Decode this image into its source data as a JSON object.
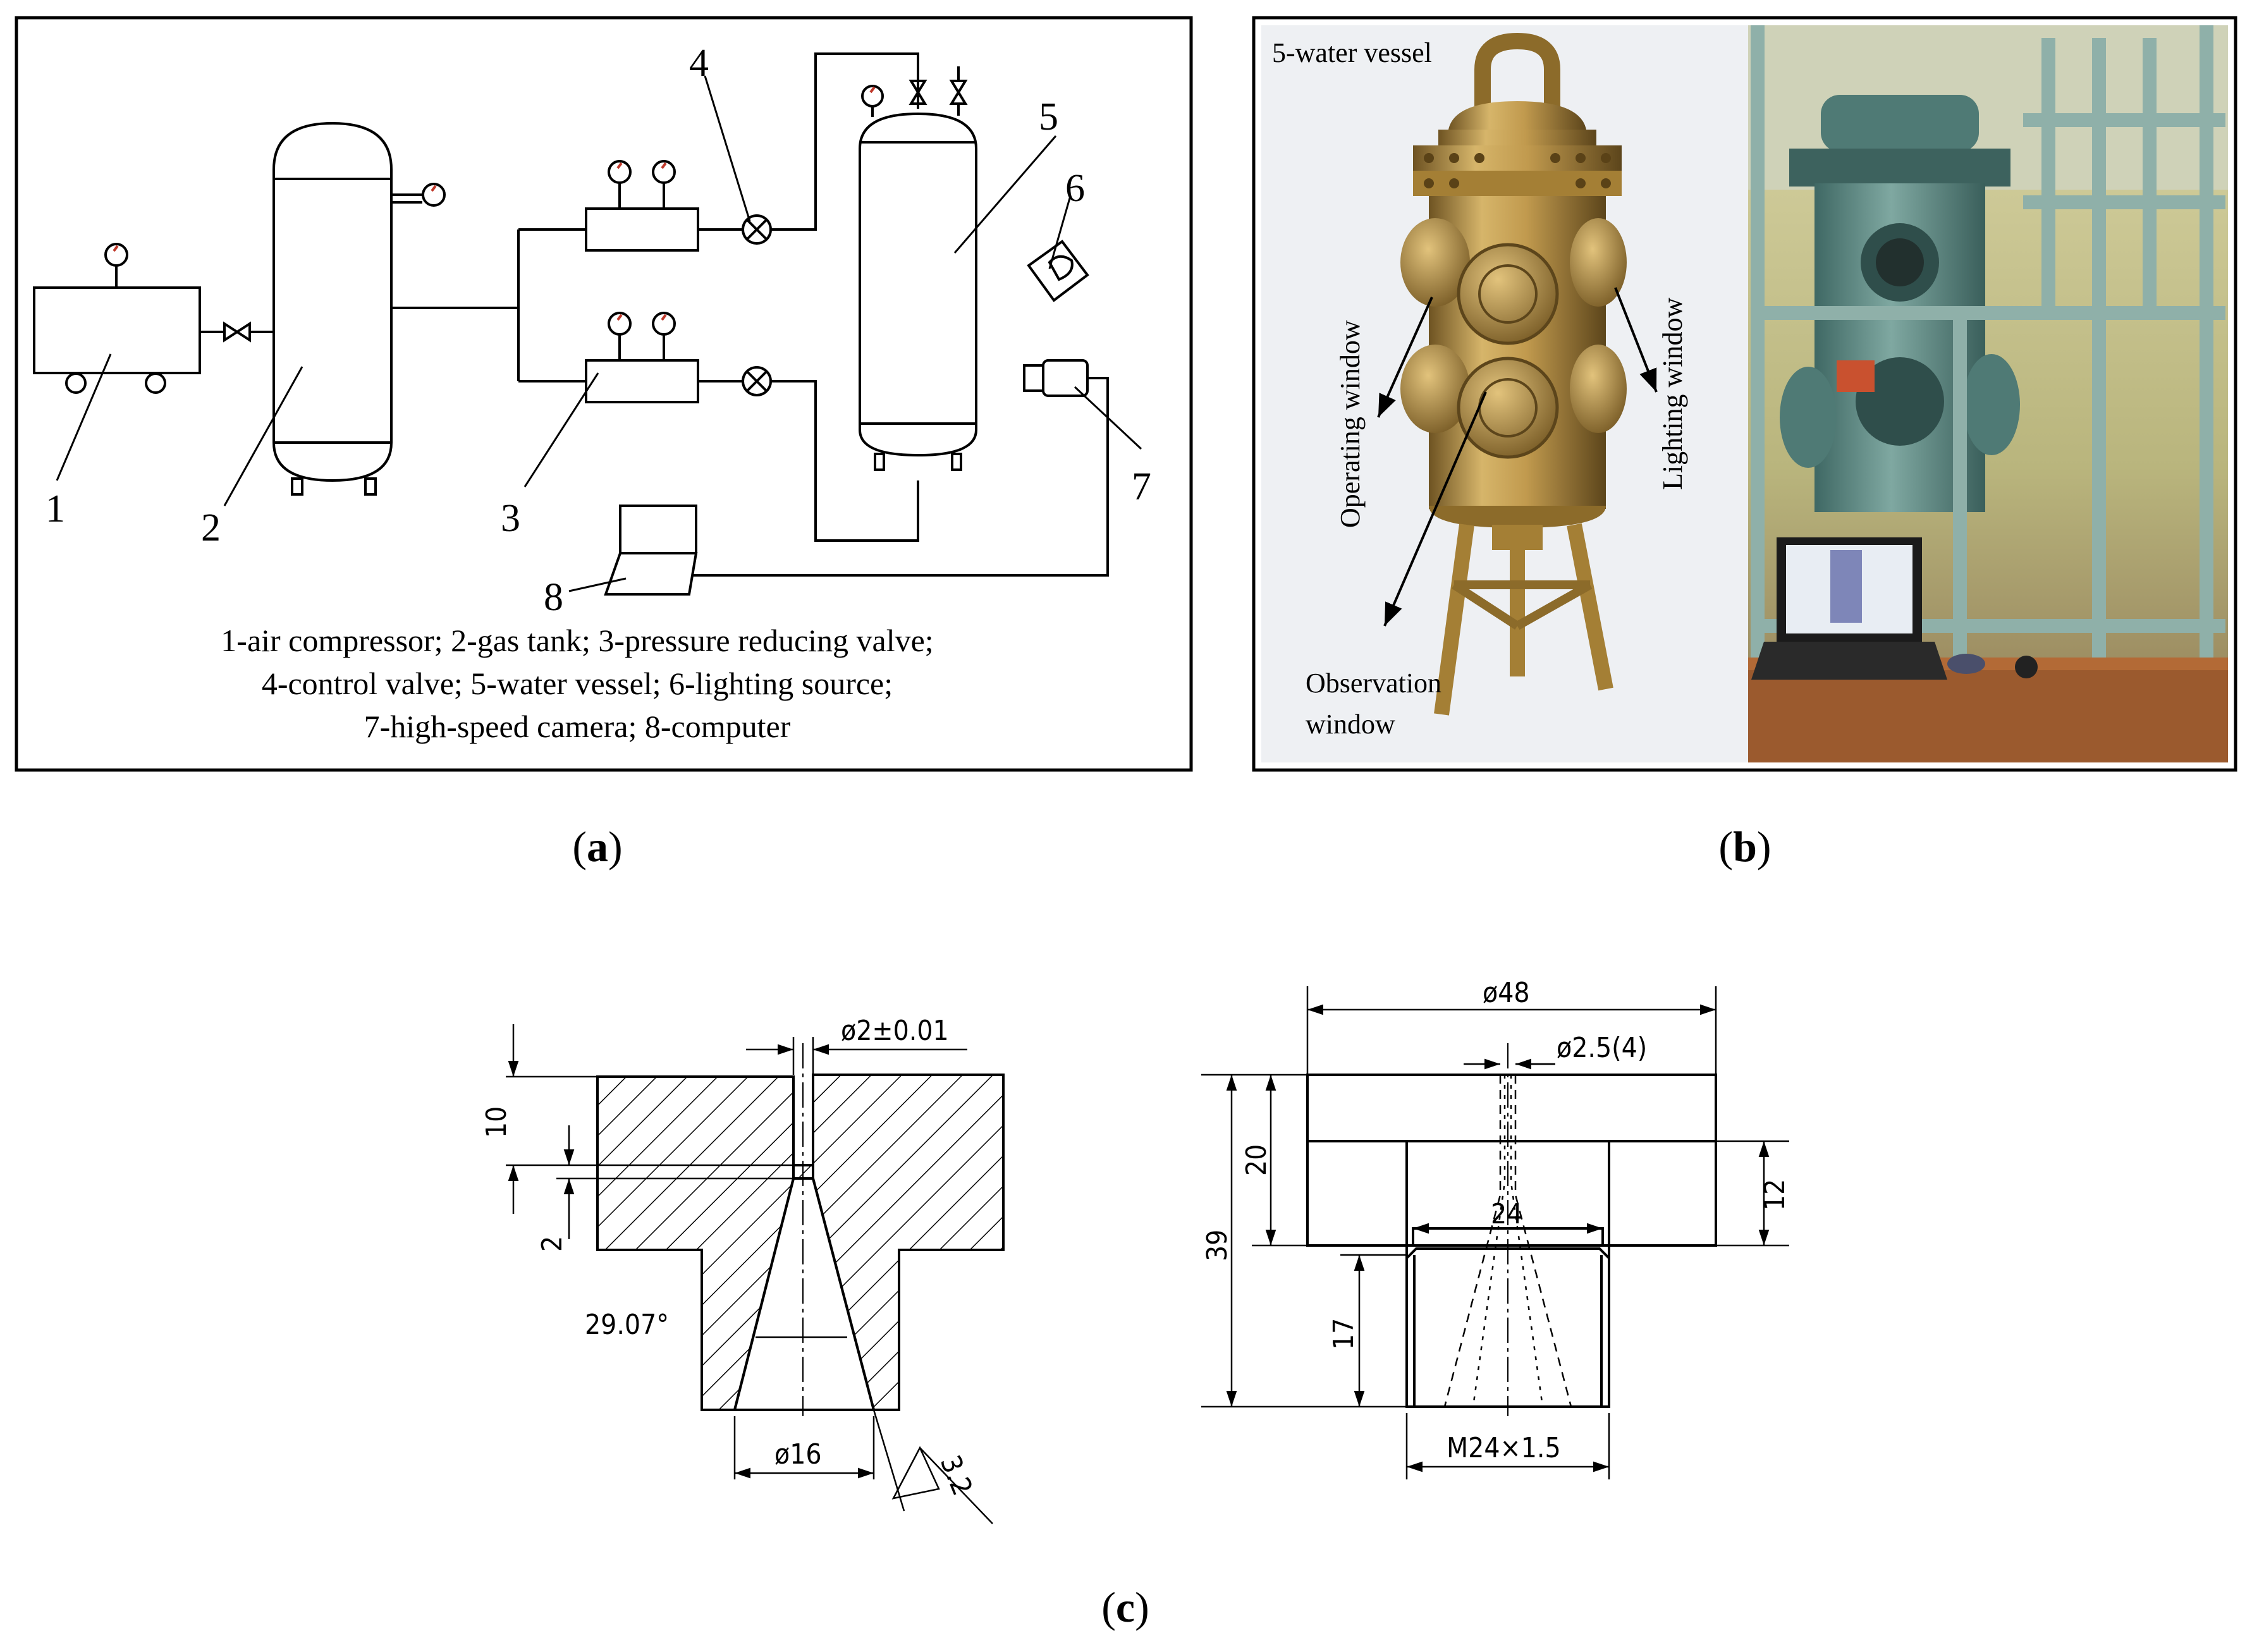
{
  "panel_a": {
    "label_prefix": "(",
    "label_letter": "a",
    "label_suffix": ")",
    "numbers": [
      "1",
      "2",
      "3",
      "4",
      "5",
      "6",
      "7",
      "8"
    ],
    "legend": [
      "1-air compressor; 2-gas tank; 3-pressure reducing valve;",
      "4-control valve; 5-water vessel; 6-lighting source;",
      "7-high-speed camera; 8-computer"
    ]
  },
  "panel_b": {
    "label_prefix": "(",
    "label_letter": "b",
    "label_suffix": ")",
    "vessel_title": "5-water vessel",
    "operating_window": "Operating window",
    "lighting_window": "Lighting window",
    "observation_line1": "Observation",
    "observation_line2": "window"
  },
  "panel_c": {
    "label_prefix": "(",
    "label_letter": "c",
    "label_suffix": ")",
    "left": {
      "dim_top": "ø2±0.01",
      "dim_10": "10",
      "dim_2": "2",
      "angle": "29.07°",
      "dim_bottom": "ø16",
      "roughness": "3.2"
    },
    "right": {
      "dim_48": "ø48",
      "dim_hole": "ø2.5(4)",
      "dim_20": "20",
      "dim_39": "39",
      "dim_24": "24",
      "dim_12": "12",
      "dim_17": "17",
      "dim_thread": "M24×1.5"
    }
  },
  "colors": {
    "line": "#000000",
    "brass": "#b08a3e",
    "brass_light": "#d6b56a",
    "brass_dark": "#6e5322",
    "frame_green": "#7fa39a",
    "lab_wall": "#c9c48f",
    "vessel_teal": "#5f8b86"
  }
}
